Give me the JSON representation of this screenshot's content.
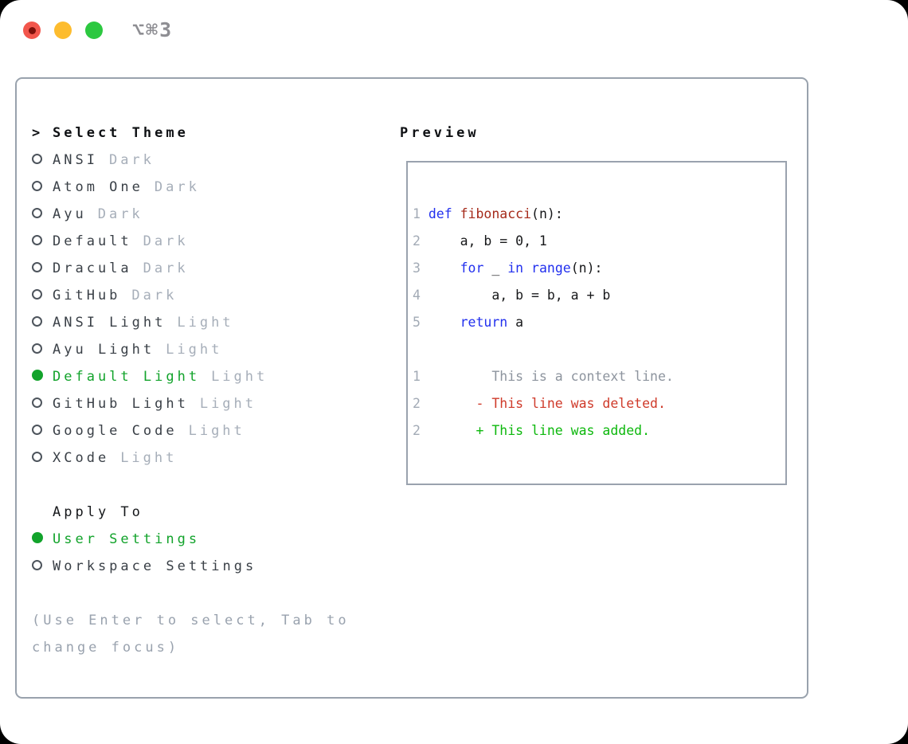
{
  "window": {
    "title": "⌥⌘3"
  },
  "colors": {
    "selection": "#12a32b",
    "keyword": "#2230ee",
    "function": "#a52a1a",
    "text": "#17181a",
    "context": "#8d949e",
    "deleted": "#cf3a2a",
    "added": "#0db80d",
    "line_number": "#a2aab5",
    "muted_variant": "#a6aeb9",
    "traffic_red": "#f2564c",
    "traffic_yellow": "#fdbc2e",
    "traffic_green": "#2cc840"
  },
  "picker": {
    "prompt": ">",
    "title": "Select Theme",
    "themes": [
      {
        "name": "ANSI",
        "variant": "Dark",
        "selected": false
      },
      {
        "name": "Atom One",
        "variant": "Dark",
        "selected": false
      },
      {
        "name": "Ayu",
        "variant": "Dark",
        "selected": false
      },
      {
        "name": "Default",
        "variant": "Dark",
        "selected": false
      },
      {
        "name": "Dracula",
        "variant": "Dark",
        "selected": false
      },
      {
        "name": "GitHub",
        "variant": "Dark",
        "selected": false
      },
      {
        "name": "ANSI Light",
        "variant": "Light",
        "selected": false
      },
      {
        "name": "Ayu Light",
        "variant": "Light",
        "selected": false
      },
      {
        "name": "Default Light",
        "variant": "Light",
        "selected": true
      },
      {
        "name": "GitHub Light",
        "variant": "Light",
        "selected": false
      },
      {
        "name": "Google Code",
        "variant": "Light",
        "selected": false
      },
      {
        "name": "XCode",
        "variant": "Light",
        "selected": false
      }
    ]
  },
  "apply_to": {
    "title": "Apply To",
    "options": [
      {
        "label": "User Settings",
        "selected": true
      },
      {
        "label": "Workspace Settings",
        "selected": false
      }
    ]
  },
  "help_lines": [
    "(Use Enter to select, Tab to",
    "change focus)"
  ],
  "preview": {
    "title": "Preview",
    "lines": [
      {
        "no": "1",
        "segs": [
          {
            "t": "def ",
            "c": "keyword"
          },
          {
            "t": "fibonacci",
            "c": "function"
          },
          {
            "t": "(n):",
            "c": "text"
          }
        ]
      },
      {
        "no": "2",
        "segs": [
          {
            "t": "    a, b = 0, 1",
            "c": "text"
          }
        ]
      },
      {
        "no": "3",
        "segs": [
          {
            "t": "    ",
            "c": "text"
          },
          {
            "t": "for",
            "c": "keyword"
          },
          {
            "t": " _ ",
            "c": "text"
          },
          {
            "t": "in",
            "c": "keyword"
          },
          {
            "t": " ",
            "c": "text"
          },
          {
            "t": "range",
            "c": "keyword"
          },
          {
            "t": "(n):",
            "c": "text"
          }
        ]
      },
      {
        "no": "4",
        "segs": [
          {
            "t": "        a, b = b, a + b",
            "c": "text"
          }
        ]
      },
      {
        "no": "5",
        "segs": [
          {
            "t": "    ",
            "c": "text"
          },
          {
            "t": "return",
            "c": "keyword"
          },
          {
            "t": " a",
            "c": "text"
          }
        ]
      },
      {
        "no": "",
        "segs": []
      },
      {
        "no": "1",
        "segs": [
          {
            "t": "        This is a context line.",
            "c": "context"
          }
        ]
      },
      {
        "no": "2",
        "segs": [
          {
            "t": "      - This line was deleted.",
            "c": "deleted"
          }
        ]
      },
      {
        "no": "2",
        "segs": [
          {
            "t": "      + This line was added.",
            "c": "added"
          }
        ]
      }
    ]
  }
}
